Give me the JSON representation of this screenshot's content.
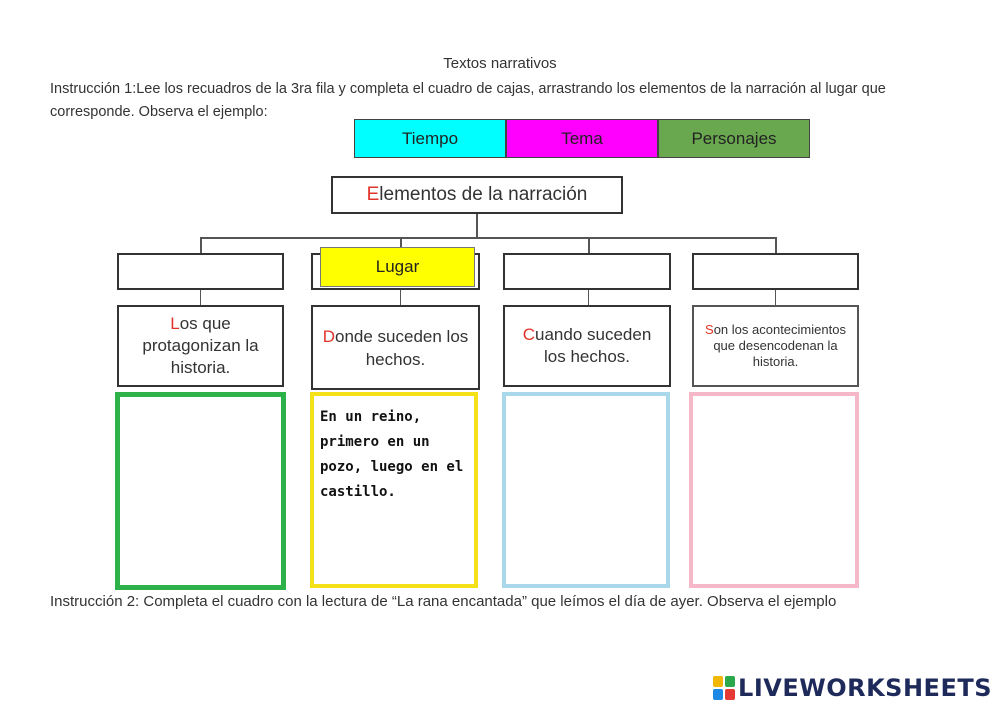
{
  "page": {
    "title": "Textos narrativos",
    "instruction1": "Instrucción 1:Lee los recuadros de la 3ra fila y completa el cuadro de cajas, arrastrando los elementos de la narración al lugar que corresponde. Observa el ejemplo:",
    "instruction2": "Instrucción 2: Completa el cuadro con la lectura de “La rana encantada” que leímos el día de ayer. Observa el ejemplo"
  },
  "draggables": [
    {
      "label": "Tiempo",
      "color": "#00ffff"
    },
    {
      "label": "Tema",
      "color": "#ff00ff"
    },
    {
      "label": "Personajes",
      "color": "#6aa84f"
    }
  ],
  "diagram": {
    "heading_first": "E",
    "heading_rest": "lementos de la narración",
    "placed_answer": {
      "label": "Lugar",
      "color": "#ffff00"
    },
    "descriptions": [
      {
        "first": "L",
        "rest": "os que protagonizan la historia."
      },
      {
        "first": "D",
        "rest": "onde suceden los hechos."
      },
      {
        "first": "C",
        "rest": "uando suceden los hechos."
      },
      {
        "first": "S",
        "rest": "on los acontecimientos que desencodenan la historia."
      }
    ],
    "frame_colors": [
      "#2db24a",
      "#f5e11a",
      "#a9d8ea",
      "#f4b8c8"
    ],
    "example_text": "En un reino, primero en un pozo, luego en el castillo."
  },
  "logo": {
    "text": "LIVEWORKSHEETS",
    "icon_colors": [
      "#f2b705",
      "#2ba84a",
      "#1e88e5",
      "#e53935"
    ]
  }
}
